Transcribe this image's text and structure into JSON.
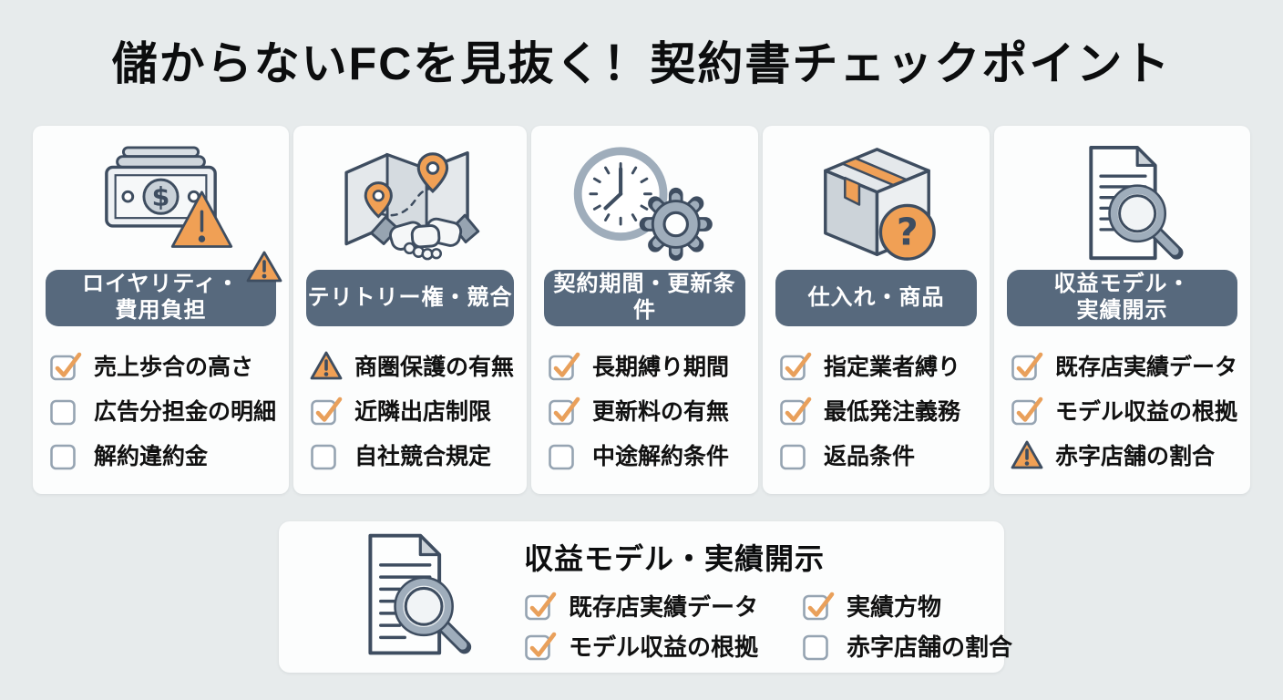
{
  "title": "儲からないFCを見抜く！契約書チェックポイント",
  "colors": {
    "background": "#e7ebec",
    "card": "#fcfdfd",
    "badge": "#57697d",
    "accent_orange": "#f0a055",
    "check_orange": "#e9a05b",
    "outline_navy": "#3e4d60",
    "text": "#0c0d0e"
  },
  "cards": [
    {
      "icon": "money-warning-icon",
      "header": "ロイヤリティ・\n費用負担",
      "badge_alert_icon": "warning-triangle-icon",
      "items": [
        {
          "state": "checked",
          "label": "売上歩合の高さ"
        },
        {
          "state": "unchecked",
          "label": "広告分担金の明細"
        },
        {
          "state": "unchecked",
          "label": "解約違約金"
        }
      ]
    },
    {
      "icon": "map-handshake-icon",
      "header": "テリトリー権・競合",
      "items": [
        {
          "state": "warning",
          "label": "商圏保護の有無"
        },
        {
          "state": "checked",
          "label": "近隣出店制限"
        },
        {
          "state": "unchecked",
          "label": "自社競合規定"
        }
      ]
    },
    {
      "icon": "clock-gear-icon",
      "header": "契約期間・更新条件",
      "items": [
        {
          "state": "checked",
          "label": "長期縛り期間"
        },
        {
          "state": "checked",
          "label": "更新料の有無"
        },
        {
          "state": "unchecked",
          "label": "中途解約条件"
        }
      ]
    },
    {
      "icon": "box-question-icon",
      "header": "仕入れ・商品",
      "items": [
        {
          "state": "checked",
          "label": "指定業者縛り"
        },
        {
          "state": "checked",
          "label": "最低発注義務"
        },
        {
          "state": "unchecked",
          "label": "返品条件"
        }
      ]
    },
    {
      "icon": "document-search-icon",
      "header": "収益モデル・\n実績開示",
      "items": [
        {
          "state": "checked",
          "label": "既存店実績データ"
        },
        {
          "state": "checked",
          "label": "モデル収益の根拠"
        },
        {
          "state": "warning",
          "label": "赤字店舗の割合"
        }
      ]
    }
  ],
  "summary": {
    "icon": "document-search-icon",
    "title": "収益モデル・実績開示",
    "items": [
      {
        "state": "checked",
        "label": "既存店実績データ"
      },
      {
        "state": "checked",
        "label": "実績方物"
      },
      {
        "state": "checked",
        "label": "モデル収益の根拠"
      },
      {
        "state": "unchecked",
        "label": "赤字店舗の割合"
      }
    ]
  }
}
